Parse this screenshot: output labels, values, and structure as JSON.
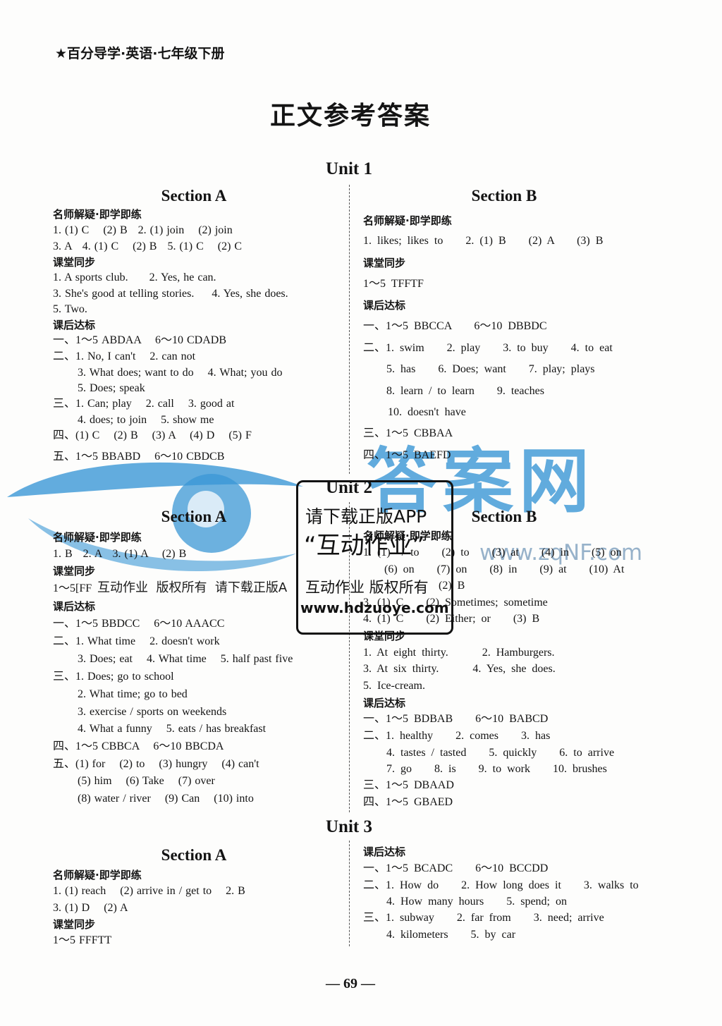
{
  "header": "★百分导学·英语·七年级下册",
  "title": "正文参考答案",
  "u1": {
    "title": "Unit 1",
    "a": {
      "heading": "Section A",
      "lines": [
        "名师解疑·即学即练",
        "1. (1) C    (2) B   2. (1) join    (2) join",
        "3. A   4. (1) C    (2) B   5. (1) C    (2) C",
        "课堂同步",
        "1. A sports club.      2. Yes, he can.",
        "3. She's good at telling stories.     4. Yes, she does.",
        "5. Two.",
        "课后达标",
        "一、1～5 ABDAA    6～10 CDADB",
        "二、1. No, I can't    2. can not",
        "3. What does; want to do    4. What; you do",
        "5. Does; speak",
        "三、1. Can; play    2. call    3. good at",
        "4. does; to join    5. show me",
        "四、(1) C    (2) B    (3) A    (4) D    (5) F",
        "五、1～5 BBABD    6～10 CBDCB"
      ]
    },
    "b": {
      "heading": "Section B",
      "lines": [
        "名师解疑·即学即练",
        "1. likes; likes to    2. (1) B    (2) A    (3) B",
        "课堂同步",
        "1～5 TFFTF",
        "课后达标",
        "一、1～5 BBCCA    6～10 DBBDC",
        "二、1. swim    2. play    3. to buy    4. to eat",
        "5. has    6. Does; want    7. play; plays",
        "8. learn / to learn    9. teaches",
        "10. doesn't have",
        "三、1～5 CBBAA",
        "四、1～5 BAEFD"
      ]
    }
  },
  "u2": {
    "title": "Unit 2",
    "a": {
      "heading": "Section A",
      "lines": [
        "名师解疑·即学即练",
        "1. B   2. A   3. (1) A    (2) B",
        "课堂同步",
        "1～5[FF",
        "课后达标",
        "一、1～5 BBDCC    6～10 AAACC",
        "二、1. What time    2. doesn't work",
        "3. Does; eat    4. What time    5. half past five",
        "三、1. Does; go to school",
        "2. What time; go to bed",
        "3. exercise / sports on weekends",
        "4. What a funny    5. eats / has breakfast",
        "四、1～5 CBBCA    6～10 BBCDA",
        "五、(1) for    (2) to    (3) hungry    (4) can't",
        "(5) him    (6) Take    (7) over",
        "(8) water / river    (9) Can    (10) into"
      ]
    },
    "b": {
      "heading": "Section B",
      "lines": [
        "名师解疑·即学即练",
        "1. (1)  / to    (2) to    (3) at    (4) in    (5) on",
        "(6) on    (7) on    (8) in    (9) at    (10) At",
        "(2) B",
        "3. (1) C    (2) Sometimes; sometime",
        "4. (1) C    (2) Either; or    (3) B",
        "课堂同步",
        "1. At eight thirty.      2. Hamburgers.",
        "3. At six thirty.      4. Yes, she does.",
        "5. Ice-cream.",
        "课后达标",
        "一、1～5 BDBAB    6～10 BABCD",
        "二、1. healthy    2. comes    3. has",
        "4. tastes / tasted    5. quickly    6. to arrive",
        "7. go    8. is    9. to work    10. brushes",
        "三、1～5 DBAAD",
        "四、1～5 GBAED"
      ]
    }
  },
  "u3": {
    "title": "Unit 3",
    "a": {
      "heading": "Section A",
      "lines": [
        "名师解疑·即学即练",
        "1. (1) reach    (2) arrive in / get to    2. B",
        "3. (1) D    (2) A",
        "课堂同步",
        "1～5 FFFTT"
      ]
    },
    "b": {
      "lines": [
        "课后达标",
        "一、1～5 BCADC    6～10 BCCDD",
        "二、1. How do    2. How long does it    3. walks to",
        "4. How many hours    5. spend; on",
        "三、1. subway    2. far from    3. need; arrive",
        "4. kilometers    5. by car"
      ]
    }
  },
  "page_number": "— 69 —",
  "watermark": {
    "site_name": "答案网",
    "url": "www.zqNF.com",
    "overlay_text": "互动作业  版权所有  请下载正版A",
    "logo_icon": "eye-logo-icon"
  },
  "stamp": {
    "line1": "请下载正版APP",
    "line2": "“互动作业”",
    "line3": "互动作业 版权所有",
    "line4": "www.hdzuoye.com"
  },
  "colors": {
    "text": "#141414",
    "watermark_blue": "#3b97d6",
    "stamp_border": "#111111"
  }
}
